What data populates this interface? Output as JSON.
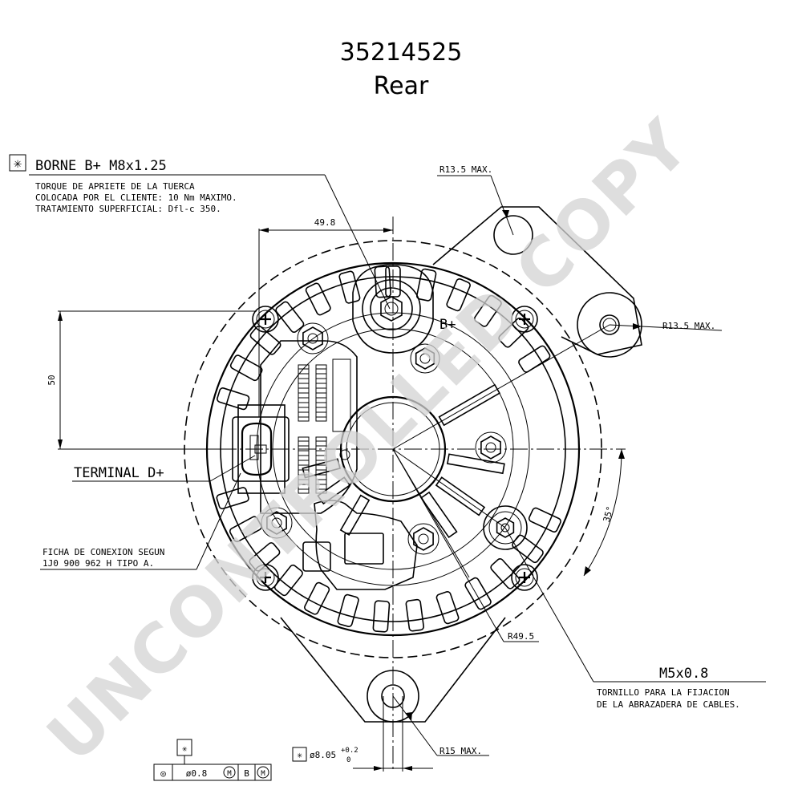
{
  "title": "35214525",
  "view": "Rear",
  "watermark": "UNCONTROLLED COPY",
  "callouts": {
    "borne_label": "BORNE B+ M8x1.25",
    "borne_symbol": "✳",
    "torque_lines": [
      "TORQUE DE APRIETE DE LA TUERCA",
      "COLOCADA POR EL CLIENTE: 10 Nm MAXIMO.",
      "TRATAMIENTO SUPERFICIAL: Dfl-c 350."
    ],
    "terminal_d": "TERMINAL D+",
    "ficha_lines": [
      "FICHA DE CONEXION SEGUN",
      "1J0 900 962 H TIPO A."
    ],
    "m5_label": "M5x0.8",
    "tornillo_lines": [
      "TORNILLO PARA LA FIJACION",
      "DE LA ABRAZADERA DE CABLES."
    ],
    "bplus_mark": "B+"
  },
  "dimensions": {
    "width_498": "49.8",
    "height_50": "50",
    "r135_top": "R13.5 MAX.",
    "r135_right": "R13.5 MAX.",
    "r495": "R49.5",
    "r15": "R15 MAX.",
    "angle35": "35°",
    "hole_dia": "ø8.05",
    "hole_tol_upper": "+0.2",
    "hole_tol_lower": "0",
    "hole_symbol": "✳"
  },
  "tolerance_frame": {
    "symbol_star": "✳",
    "position_symbol": "◎",
    "tolerance": "ø0.8",
    "modifier1": "M",
    "datum": "B",
    "modifier2": "M"
  }
}
